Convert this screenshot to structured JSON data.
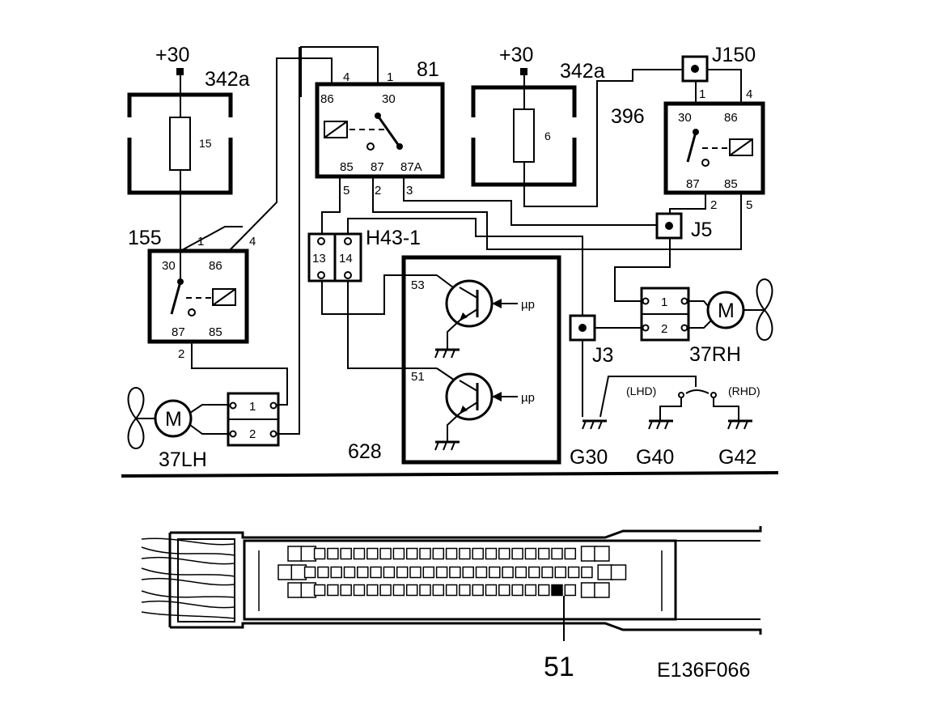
{
  "components": {
    "fuse_left": {
      "feed": "+30",
      "name": "342a",
      "fuse": "15"
    },
    "fuse_right": {
      "feed": "+30",
      "name": "342a",
      "fuse": "6"
    },
    "relay_81": {
      "name": "81",
      "pins": [
        "86",
        "30",
        "85",
        "87",
        "87A"
      ],
      "wires": [
        "4",
        "1",
        "5",
        "2",
        "3"
      ]
    },
    "relay_155": {
      "name": "155",
      "pins": [
        "30",
        "86",
        "87",
        "85"
      ],
      "wires": [
        "1",
        "4",
        "2"
      ]
    },
    "relay_396": {
      "name": "396",
      "pins": [
        "30",
        "86",
        "87",
        "85"
      ],
      "wires": [
        "1",
        "4",
        "2",
        "5"
      ]
    },
    "connector_h43": {
      "name": "H43-1",
      "pins": [
        "13",
        "14"
      ]
    },
    "ecu_628": {
      "name": "628",
      "pin_a": "53",
      "pin_b": "51",
      "signal_a": "µp",
      "signal_b": "µp"
    },
    "fan_left": {
      "name": "37LH",
      "motor": "M",
      "pins": [
        "1",
        "2"
      ]
    },
    "fan_right": {
      "name": "37RH",
      "motor": "M",
      "pins": [
        "1",
        "2"
      ]
    },
    "splices": {
      "j150": "J150",
      "j5": "J5",
      "j3": "J3"
    },
    "grounds": {
      "g30": "G30",
      "g40": "G40",
      "g42": "G42",
      "lhd": "(LHD)",
      "rhd": "(RHD)"
    }
  },
  "connector_view": {
    "pin_label": "51"
  },
  "figure_code": "E136F066"
}
